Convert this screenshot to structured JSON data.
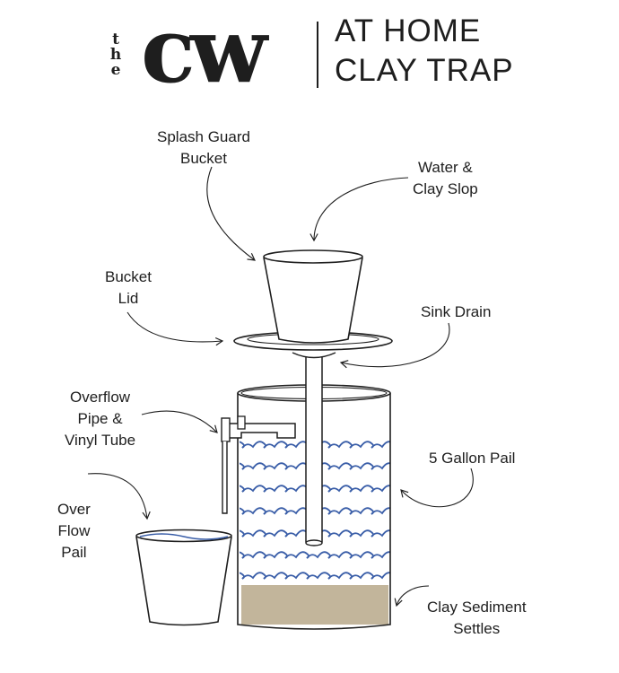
{
  "logo": {
    "the": [
      "t",
      "h",
      "e"
    ],
    "cw": "cw"
  },
  "title": {
    "line1": "AT HOME",
    "line2": "CLAY TRAP"
  },
  "labels": {
    "splash_guard": [
      "Splash Guard",
      "Bucket"
    ],
    "water_clay": [
      "Water &",
      "Clay Slop"
    ],
    "bucket_lid": [
      "Bucket",
      "Lid"
    ],
    "sink_drain": "Sink Drain",
    "overflow_pipe": [
      "Overflow",
      "Pipe &",
      "Vinyl Tube"
    ],
    "five_gallon": "5 Gallon Pail",
    "overflow_pail": [
      "Over",
      "Flow",
      "Pail"
    ],
    "clay_sediment": [
      "Clay Sediment",
      "Settles"
    ]
  },
  "colors": {
    "ink": "#1e1e1e",
    "water_wave": "#3a5ea8",
    "sediment": "#c2b59b",
    "background": "#ffffff"
  },
  "icons": [
    "arrow-icon"
  ]
}
